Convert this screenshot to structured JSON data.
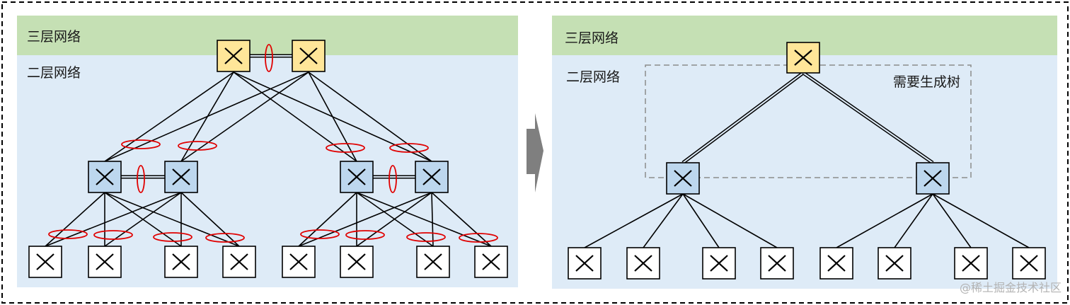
{
  "left_panel": {
    "layer3_label": "三层网络",
    "layer2_label": "二层网络"
  },
  "right_panel": {
    "layer3_label": "三层网络",
    "layer2_label": "二层网络",
    "region_label": "需要生成树"
  },
  "watermark": "@稀土掘金技术社区",
  "colors": {
    "layer3_band": "#c5e0b4",
    "layer2_band": "#deebf7",
    "core_switch": "#ffe699",
    "aggregation_switch": "#bdd7ee",
    "access_switch": "#ffffff",
    "link_aggregation_mark": "#e00000",
    "transition_arrow": "#7f7f7f"
  }
}
